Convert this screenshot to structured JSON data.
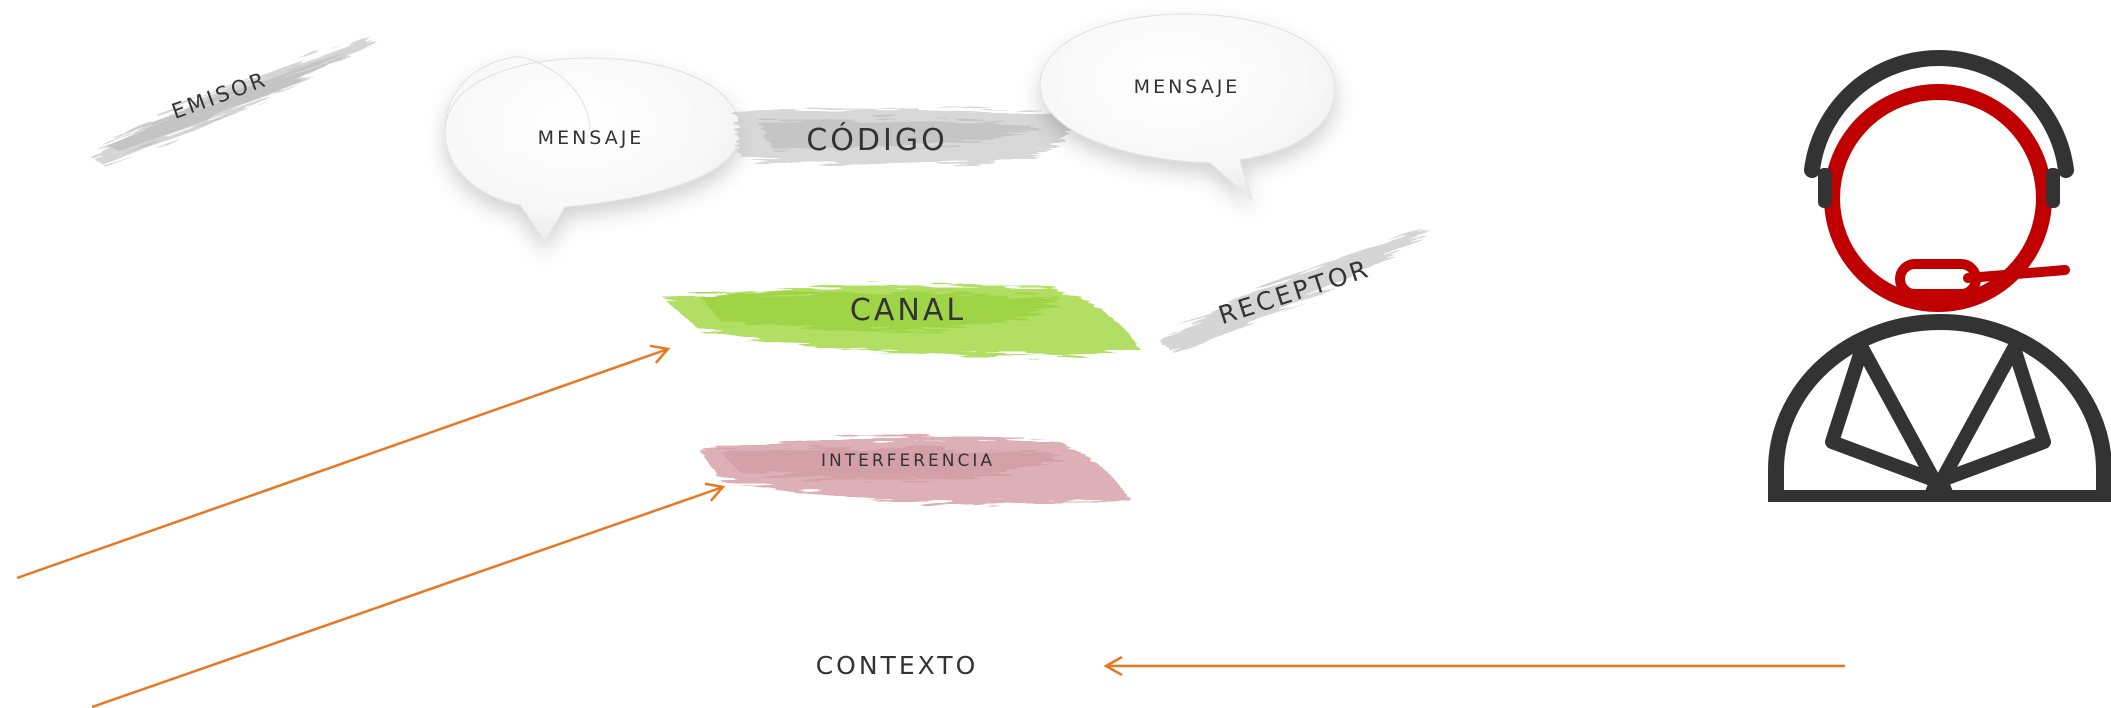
{
  "labels": {
    "emisor": "EMISOR",
    "mensaje_left": "MENSAJE",
    "codigo": "CÓDIGO",
    "mensaje_right": "MENSAJE",
    "canal": "CANAL",
    "receptor": "RECEPTOR",
    "interferencia": "INTERFERENCIA",
    "contexto": "CONTEXTO"
  },
  "colors": {
    "brush_gray": "#c4c4c4",
    "brush_green": "#a6d94a",
    "brush_pink": "#d7a3aa",
    "arrow": "#e87722",
    "headset_red": "#c00000",
    "person_dark": "#333333"
  },
  "icons": {
    "person": "call-center-agent-icon"
  }
}
